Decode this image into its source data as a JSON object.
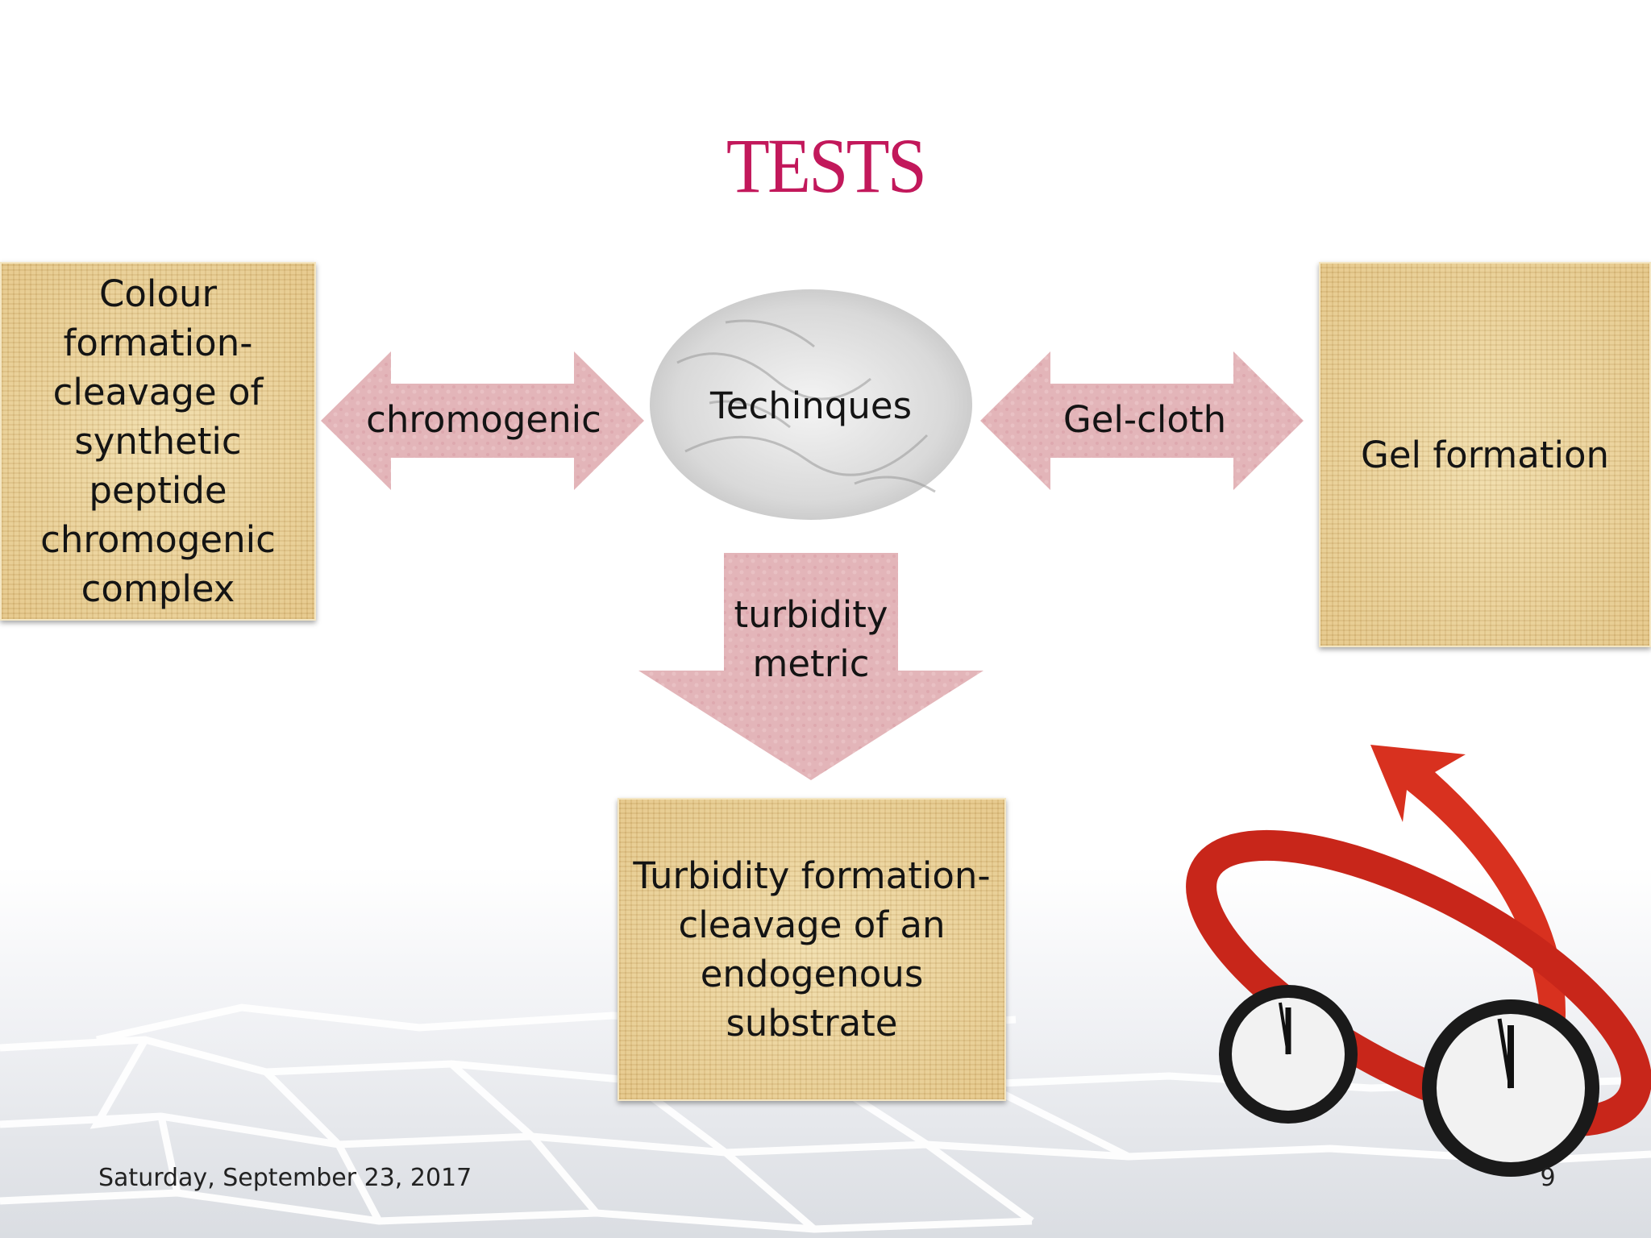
{
  "slide": {
    "title": "TESTS",
    "center_label": "Techinques",
    "arrows": {
      "left": "chromogenic",
      "right": "Gel-cloth",
      "down_line1": "turbidity",
      "down_line2": "metric"
    },
    "boxes": {
      "left": [
        "Colour",
        "formation-",
        "cleavage of",
        "synthetic",
        "peptide",
        "chromogenic",
        "complex"
      ],
      "right": "Gel formation",
      "bottom": [
        "Turbidity formation-",
        "cleavage of an",
        "endogenous",
        "substrate"
      ]
    },
    "footer": {
      "date": "Saturday, September 23, 2017",
      "page": "9"
    }
  },
  "colors": {
    "title": "#c2185b",
    "arrow_fill": "#e3b5b9",
    "box_fill": "#e4c88a"
  }
}
